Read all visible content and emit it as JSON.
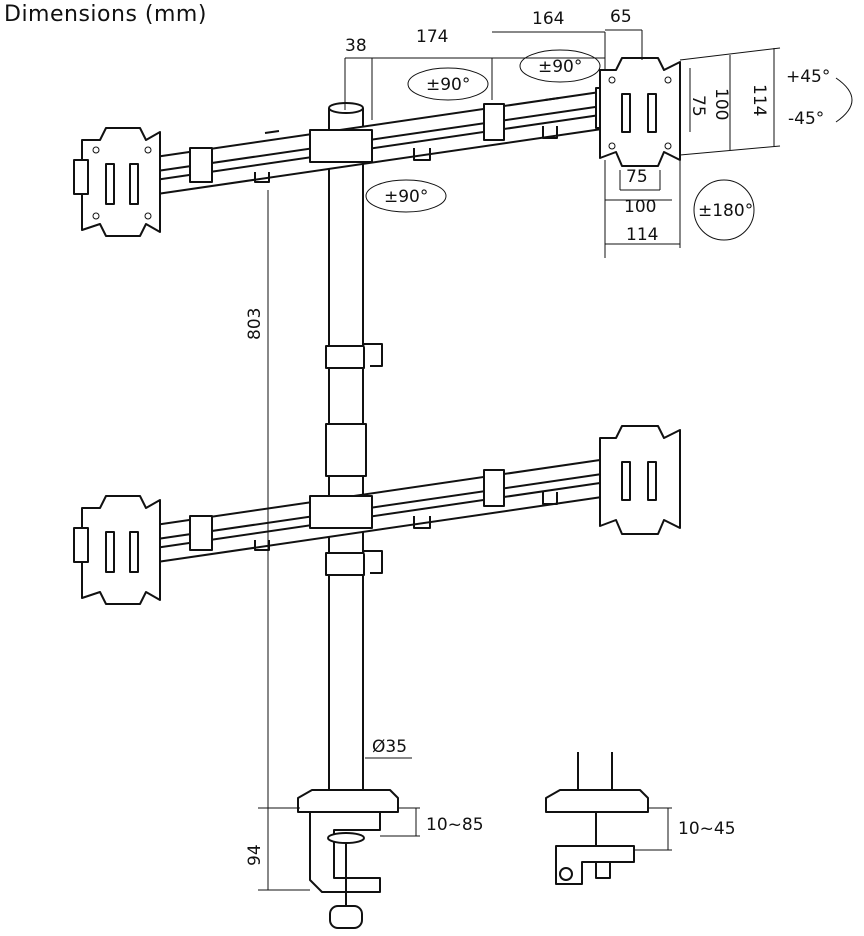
{
  "title": "Dimensions (mm)",
  "dimensions": {
    "arm_offset": "38",
    "arm_inner": "174",
    "arm_outer": "164",
    "plate_depth": "65",
    "vesa_small_h": "75",
    "vesa_mid_h": "100",
    "vesa_large_h": "114",
    "vesa_small_w": "75",
    "vesa_mid_w": "100",
    "vesa_large_w": "114",
    "pole_height": "803",
    "pole_diameter": "Ø35",
    "clamp_range_a": "10~85",
    "clamp_range_b": "10~45",
    "base_height": "94"
  },
  "rotations": {
    "swivel_top_left": "±90°",
    "swivel_top_right": "±90°",
    "swivel_pole": "±90°",
    "tilt_plus": "+45°",
    "tilt_minus": "-45°",
    "rotate": "±180°"
  }
}
